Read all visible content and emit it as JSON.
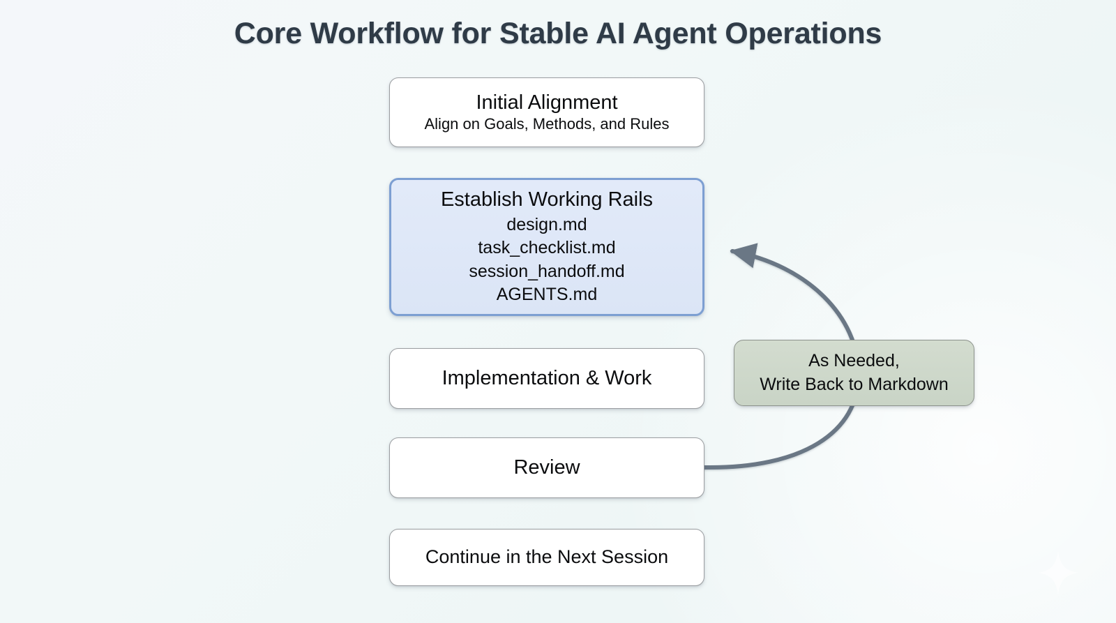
{
  "page": {
    "title": "Core Workflow for Stable AI Agent Operations",
    "title_color": "#2f3b47",
    "background_color": "#f2f7f8"
  },
  "colors": {
    "accent_fill": "#dce6f7",
    "accent_border": "#7d9fd2",
    "note_fill": "#ccd6c8",
    "note_border": "#8d938c",
    "plain_fill": "#ffffff",
    "plain_border": "#9b9ea1",
    "connector": "#6b7785",
    "text": "#0b0c0e"
  },
  "diagram": {
    "type": "flowchart",
    "direction": "top-to-bottom",
    "nodes": [
      {
        "id": "initial",
        "style": "plain",
        "title": "Initial Alignment",
        "subtitle": "Align on Goals, Methods, and Rules"
      },
      {
        "id": "rails",
        "style": "accent",
        "title": "Establish Working Rails",
        "items": [
          "design.md",
          "task_checklist.md",
          "session_handoff.md",
          "AGENTS.md"
        ]
      },
      {
        "id": "implementation",
        "style": "plain",
        "title": "Implementation & Work"
      },
      {
        "id": "review",
        "style": "plain",
        "title": "Review"
      },
      {
        "id": "continue",
        "style": "plain",
        "title": "Continue in the Next Session"
      },
      {
        "id": "loop_label",
        "style": "note",
        "line1": "As Needed,",
        "line2": "Write Back to Markdown"
      }
    ],
    "edges": [
      {
        "from": "initial",
        "to": "rails",
        "kind": "straight-arrow"
      },
      {
        "from": "rails",
        "to": "implementation",
        "kind": "straight-arrow"
      },
      {
        "from": "implementation",
        "to": "review",
        "kind": "straight-arrow"
      },
      {
        "from": "review",
        "to": "continue",
        "kind": "straight-arrow"
      },
      {
        "from": "review",
        "to": "rails",
        "kind": "curved-feedback-arrow",
        "label": "As Needed, Write Back to Markdown"
      }
    ]
  }
}
